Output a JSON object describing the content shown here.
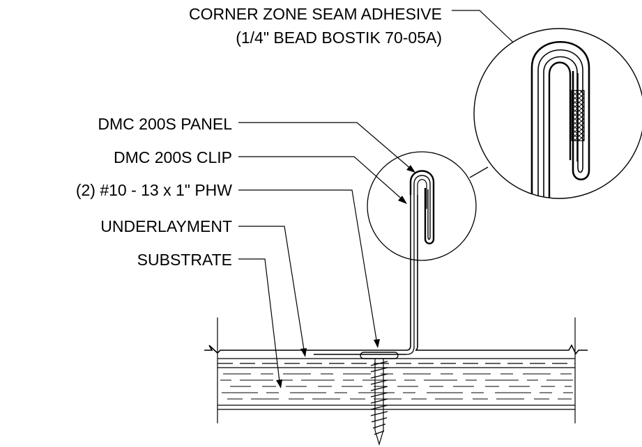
{
  "labels": {
    "adhesive_line1": "CORNER ZONE SEAM ADHESIVE",
    "adhesive_line2": "(1/4\" BEAD BOSTIK 70-05A)",
    "panel": "DMC 200S PANEL",
    "clip": "DMC 200S CLIP",
    "fastener": "(2) #10 - 13 x 1\" PHW",
    "underlayment": "UNDERLAYMENT",
    "substrate": "SUBSTRATE"
  },
  "icons": {
    "detail_callout": "magnified-seam-circle-icon",
    "screw": "screw-icon",
    "break_lines": "break-line-icon"
  },
  "colors": {
    "ink": "#000000",
    "background": "#ffffff"
  }
}
